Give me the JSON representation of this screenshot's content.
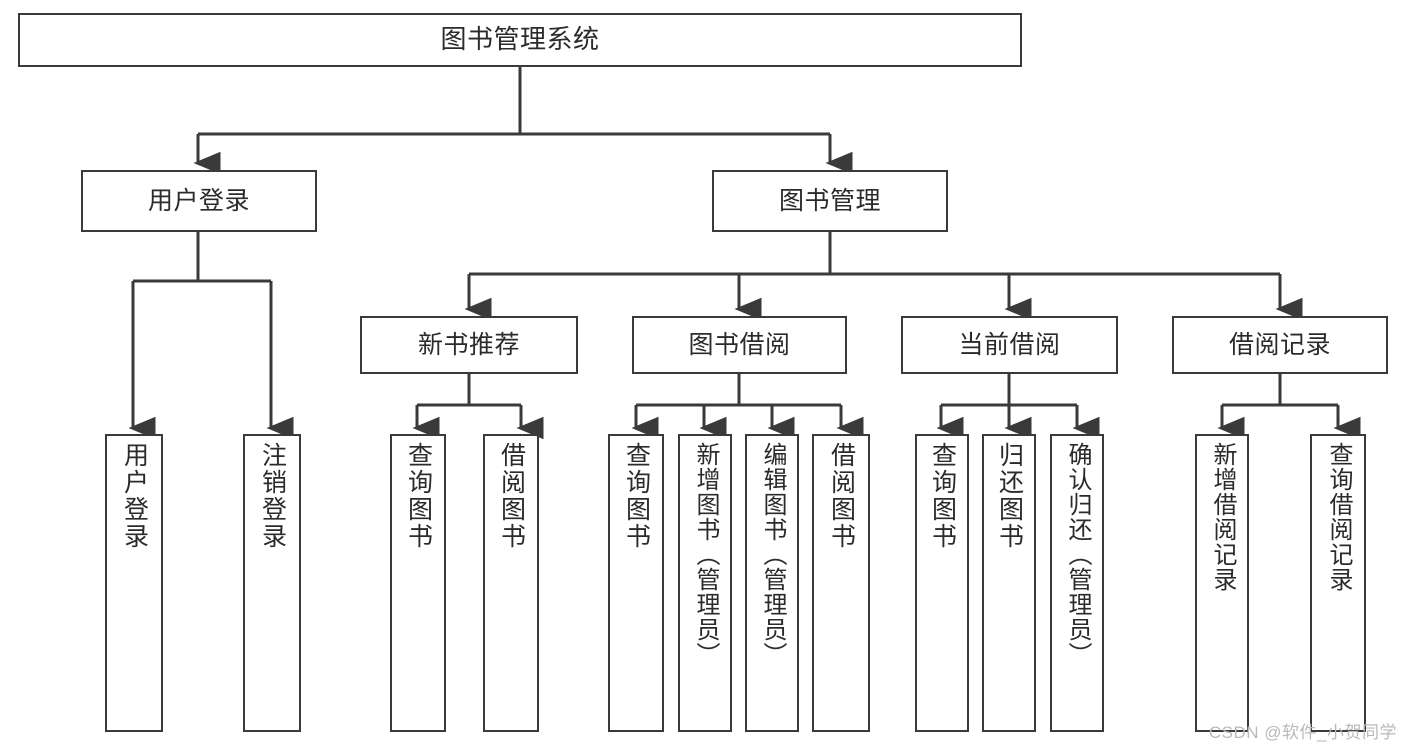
{
  "diagram": {
    "type": "tree-hierarchy",
    "title": "图书管理系统",
    "watermark": "CSDN @软件_小贺同学",
    "colors": {
      "stroke": "#3a3a3a",
      "background": "#ffffff",
      "text": "#2b2b2b",
      "watermark": "#b9b9b9"
    },
    "levels": [
      {
        "level": 1,
        "nodes": [
          {
            "id": "root",
            "label": "图书管理系统",
            "orientation": "horizontal"
          }
        ]
      },
      {
        "level": 2,
        "nodes": [
          {
            "id": "user-login",
            "label": "用户登录",
            "orientation": "horizontal"
          },
          {
            "id": "book-manage",
            "label": "图书管理",
            "orientation": "horizontal"
          }
        ]
      },
      {
        "level": 3,
        "nodes": [
          {
            "id": "new-book-rec",
            "label": "新书推荐",
            "orientation": "horizontal"
          },
          {
            "id": "book-borrow",
            "label": "图书借阅",
            "orientation": "horizontal"
          },
          {
            "id": "current-borrow",
            "label": "当前借阅",
            "orientation": "horizontal"
          },
          {
            "id": "borrow-record",
            "label": "借阅记录",
            "orientation": "horizontal"
          }
        ]
      },
      {
        "level": 4,
        "nodes": [
          {
            "id": "leaf-user-login",
            "label": "用户登录",
            "orientation": "vertical",
            "parent": "user-login"
          },
          {
            "id": "leaf-logout",
            "label": "注销登录",
            "orientation": "vertical",
            "parent": "user-login"
          },
          {
            "id": "leaf-query-book-1",
            "label": "查询图书",
            "orientation": "vertical",
            "parent": "new-book-rec"
          },
          {
            "id": "leaf-borrow-book-1",
            "label": "借阅图书",
            "orientation": "vertical",
            "parent": "new-book-rec"
          },
          {
            "id": "leaf-query-book-2",
            "label": "查询图书",
            "orientation": "vertical",
            "parent": "book-borrow"
          },
          {
            "id": "leaf-add-book",
            "label": "新增图书（管理员）",
            "orientation": "vertical",
            "parent": "book-borrow"
          },
          {
            "id": "leaf-edit-book",
            "label": "编辑图书（管理员）",
            "orientation": "vertical",
            "parent": "book-borrow"
          },
          {
            "id": "leaf-borrow-book-2",
            "label": "借阅图书",
            "orientation": "vertical",
            "parent": "book-borrow"
          },
          {
            "id": "leaf-query-book-3",
            "label": "查询图书",
            "orientation": "vertical",
            "parent": "current-borrow"
          },
          {
            "id": "leaf-return-book",
            "label": "归还图书",
            "orientation": "vertical",
            "parent": "current-borrow"
          },
          {
            "id": "leaf-confirm-return",
            "label": "确认归还（管理员）",
            "orientation": "vertical",
            "parent": "current-borrow"
          },
          {
            "id": "leaf-add-record",
            "label": "新增借阅记录",
            "orientation": "vertical",
            "parent": "borrow-record"
          },
          {
            "id": "leaf-query-record",
            "label": "查询借阅记录",
            "orientation": "vertical",
            "parent": "borrow-record"
          }
        ]
      }
    ]
  }
}
